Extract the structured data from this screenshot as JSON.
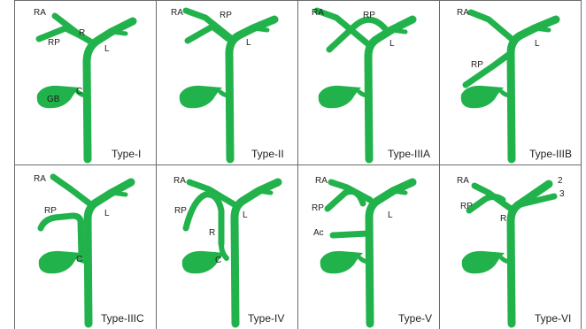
{
  "figure": {
    "colors": {
      "duct": "#22b24c",
      "grid": "#6a6a6a",
      "text": "#222222",
      "background": "#ffffff"
    },
    "panels": [
      {
        "id": "type1",
        "title": "Type-I",
        "labels": {
          "ra": "RA",
          "rp": "RP",
          "r": "R",
          "l": "L",
          "gb": "GB",
          "c": "C"
        }
      },
      {
        "id": "type2",
        "title": "Type-II",
        "labels": {
          "ra": "RA",
          "rp": "RP",
          "l": "L"
        }
      },
      {
        "id": "type3a",
        "title": "Type-IIIA",
        "labels": {
          "ra": "RA",
          "rp": "RP",
          "l": "L"
        }
      },
      {
        "id": "type3b",
        "title": "Type-IIIB",
        "labels": {
          "ra": "RA",
          "rp": "RP",
          "l": "L"
        }
      },
      {
        "id": "type3c",
        "title": "Type-IIIC",
        "labels": {
          "ra": "RA",
          "rp": "RP",
          "l": "L",
          "c": "C"
        }
      },
      {
        "id": "type4",
        "title": "Type-IV",
        "labels": {
          "ra": "RA",
          "rp": "RP",
          "r": "R",
          "l": "L",
          "c": "C"
        }
      },
      {
        "id": "type5",
        "title": "Type-V",
        "labels": {
          "ra": "RA",
          "rp": "RP",
          "l": "L",
          "ac": "Ac"
        }
      },
      {
        "id": "type6",
        "title": "Type-VI",
        "labels": {
          "ra": "RA",
          "rp": "RP",
          "r": "R",
          "n2": "2",
          "n3": "3"
        }
      }
    ]
  }
}
